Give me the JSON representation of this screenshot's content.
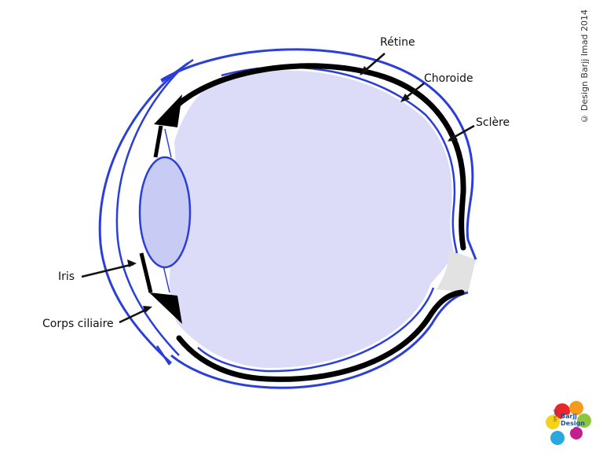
{
  "labels": {
    "retine": "Rétine",
    "choroide": "Choroide",
    "sclere": "Sclère",
    "iris": "Iris",
    "corps_ciliaire": "Corps ciliaire"
  },
  "copyright": "© Design Barjj Imad 2014",
  "logo": {
    "line1": "Barjj",
    "line2": "Design",
    "side": "Imad"
  },
  "colors": {
    "sclera_outline": "#2b3fd8",
    "choroid": "#000000",
    "vitreous_fill": "#dcdcf9",
    "lens_fill": "#c8ccf4",
    "optic_nerve": "#e2e2e2"
  }
}
